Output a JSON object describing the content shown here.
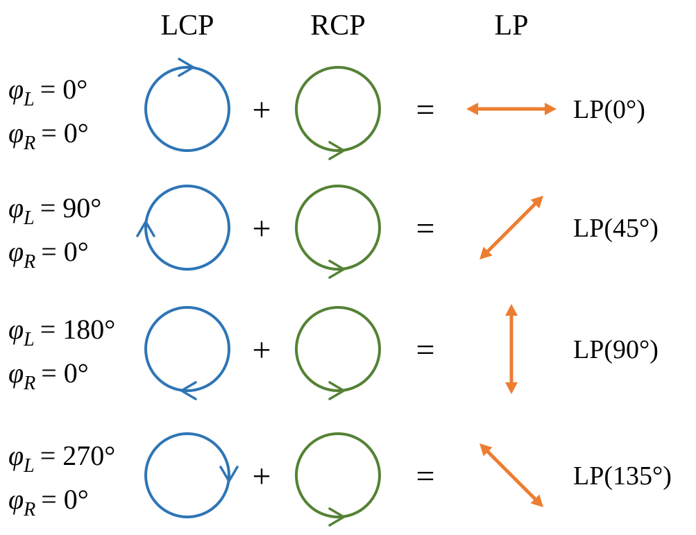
{
  "headers": {
    "lcp": "LCP",
    "rcp": "RCP",
    "lp": "LP"
  },
  "colors": {
    "lcp": "#2E75B6",
    "rcp": "#548235",
    "lp": "#ED7D31"
  },
  "operators": {
    "plus": "+",
    "equals": "="
  },
  "phase_symbol": "φ",
  "phase_subscripts": {
    "left": "L",
    "right": "R"
  },
  "rows": [
    {
      "phi_l": "= 0°",
      "phi_r": "= 0°",
      "lcp_arrow": "top",
      "lp_angle_deg": 0,
      "label": "LP(0°)"
    },
    {
      "phi_l": "= 90°",
      "phi_r": "= 0°",
      "lcp_arrow": "left",
      "lp_angle_deg": 45,
      "label": "LP(45°)"
    },
    {
      "phi_l": "= 180°",
      "phi_r": "= 0°",
      "lcp_arrow": "bottom",
      "lp_angle_deg": 90,
      "label": "LP(90°)"
    },
    {
      "phi_l": "= 270°",
      "phi_r": "= 0°",
      "lcp_arrow": "right",
      "lp_angle_deg": 135,
      "label": "LP(135°)"
    }
  ]
}
